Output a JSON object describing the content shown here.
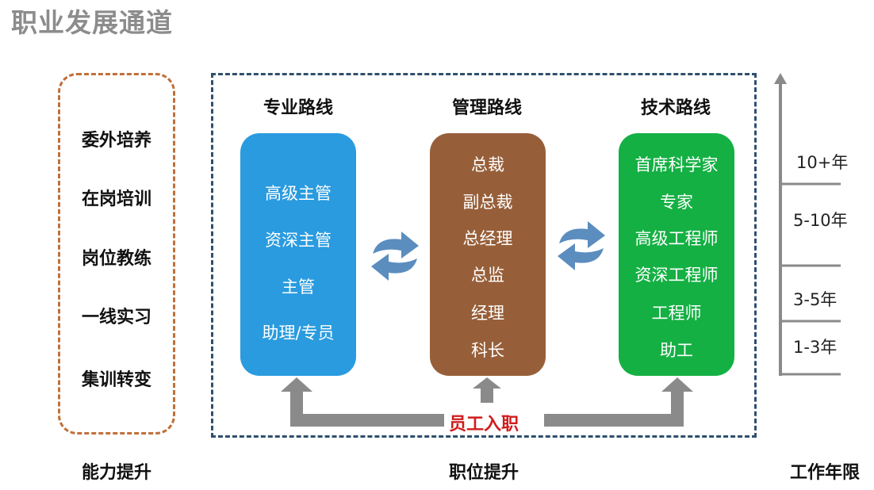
{
  "title": "职业发展通道",
  "ability": {
    "items": [
      "委外培养",
      "在岗培训",
      "岗位教练",
      "一线实习",
      "集训转变"
    ],
    "caption": "能力提升",
    "border_color": "#c0703a"
  },
  "position": {
    "caption": "职位提升",
    "border_color": "#2f4f6f",
    "entry_label": "员工入职",
    "entry_color": "#d11c1c",
    "tracks": [
      {
        "heading": "专业路线",
        "color": "#2a9bdf",
        "items": [
          "高级主管",
          "资深主管",
          "主管",
          "助理/专员"
        ]
      },
      {
        "heading": "管理路线",
        "color": "#975f39",
        "items": [
          "总裁",
          "副总裁",
          "总经理",
          "总监",
          "经理",
          "科长"
        ]
      },
      {
        "heading": "技术路线",
        "color": "#14b043",
        "items": [
          "首席科学家",
          "专家",
          "高级工程师",
          "资深工程师",
          "工程师",
          "助工"
        ]
      }
    ]
  },
  "years": {
    "caption": "工作年限",
    "labels": [
      "10+年",
      "5-10年",
      "3-5年",
      "1-3年"
    ]
  },
  "icons": {
    "cycle_arrows": "cycle-arrows-icon",
    "up_arrow": "up-arrow-icon"
  }
}
